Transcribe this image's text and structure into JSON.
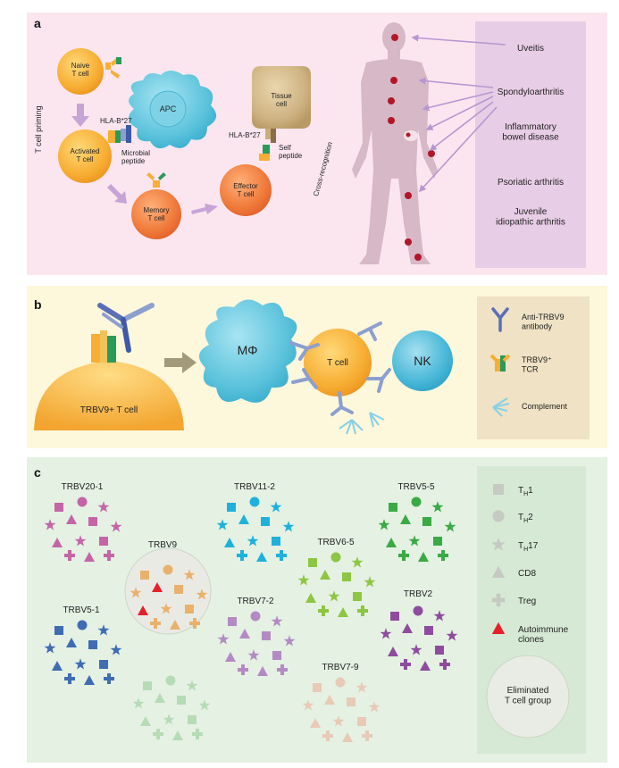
{
  "colors": {
    "panel_a_bg": "#fbe6ef",
    "panel_b_bg": "#fdf7dc",
    "panel_c_bg": "#e4f1e3",
    "disease_box": "#e8cde6",
    "legend_b_box": "#efe2c5",
    "legend_c_box": "#d6e9d5",
    "tcell_orange": "#f7ae33",
    "memory_orange": "#ef7a3a",
    "apc_blue": "#5cc3dc",
    "tissue_tan": "#c9ae7d",
    "nk_blue": "#4ab8d8",
    "arrow_purple": "#c7a3d6",
    "arrow_tan": "#a39a7c",
    "body_mauve": "#d7b8c6",
    "lesion_red": "#b31629",
    "autoimmune_red": "#e4212a"
  },
  "panel_a": {
    "letter": "a",
    "naive": "Naive\nT cell",
    "apc": "APC",
    "activated": "Activated\nT cell",
    "hla_1": "HLA-B*27",
    "microbial": "Microbial\npeptide",
    "memory": "Memory\nT cell",
    "effector": "Effector\nT cell",
    "tissue": "Tissue\ncell",
    "hla_2": "HLA-B*27",
    "self_peptide": "Self\npeptide",
    "priming": "T cell priming",
    "cross": "Cross-recognition",
    "diseases": [
      "Uveitis",
      "Spondyloarthritis",
      "Inflammatory\nbowel disease",
      "Psoriatic arthritis",
      "Juvenile\nidiopathic arthritis"
    ]
  },
  "panel_b": {
    "letter": "b",
    "trbv9_cell": "TRBV9+ T cell",
    "macrophage": "MΦ",
    "tcell": "T cell",
    "nk": "NK",
    "legend": [
      {
        "icon": "antibody-icon",
        "label": "Anti-TRBV9\nantibody"
      },
      {
        "icon": "tcr-icon",
        "label": "TRBV9⁺\nTCR"
      },
      {
        "icon": "complement-icon",
        "label": "Complement"
      }
    ]
  },
  "panel_c": {
    "letter": "c",
    "groups": [
      {
        "label": "TRBV20-1",
        "color": "#c565a8",
        "opacity": 1,
        "autoimmune": false
      },
      {
        "label": "TRBV11-2",
        "color": "#1fb1dc",
        "opacity": 1,
        "autoimmune": false
      },
      {
        "label": "TRBV5-5",
        "color": "#3aaa45",
        "opacity": 1,
        "autoimmune": false
      },
      {
        "label": "TRBV9",
        "color": "#e9b16c",
        "opacity": 1,
        "autoimmune": true
      },
      {
        "label": "TRBV6-5",
        "color": "#8dc642",
        "opacity": 1,
        "autoimmune": false
      },
      {
        "label": "TRBV5-1",
        "color": "#3f6cb3",
        "opacity": 1,
        "autoimmune": false
      },
      {
        "label": "TRBV7-2",
        "color": "#b48ac4",
        "opacity": 1,
        "autoimmune": false
      },
      {
        "label": "TRBV2",
        "color": "#8f4c9e",
        "opacity": 1,
        "autoimmune": false
      },
      {
        "label": "TRBV7-9",
        "color": "#eda48a",
        "opacity": 0.5,
        "autoimmune": false
      },
      {
        "label": "",
        "color": "#7fc47f",
        "opacity": 0.45,
        "autoimmune": false
      }
    ],
    "legend": [
      {
        "shape": "square",
        "label": "T",
        "sub": "H",
        "suffix": "1"
      },
      {
        "shape": "circle",
        "label": "T",
        "sub": "H",
        "suffix": "2"
      },
      {
        "shape": "star",
        "label": "T",
        "sub": "H",
        "suffix": "17"
      },
      {
        "shape": "triangle",
        "label": "CD8",
        "sub": "",
        "suffix": ""
      },
      {
        "shape": "plus",
        "label": "Treg",
        "sub": "",
        "suffix": ""
      },
      {
        "shape": "triangle-red",
        "label": "Autoimmune\nclones",
        "sub": "",
        "suffix": ""
      }
    ],
    "eliminated": "Eliminated\nT cell group"
  }
}
